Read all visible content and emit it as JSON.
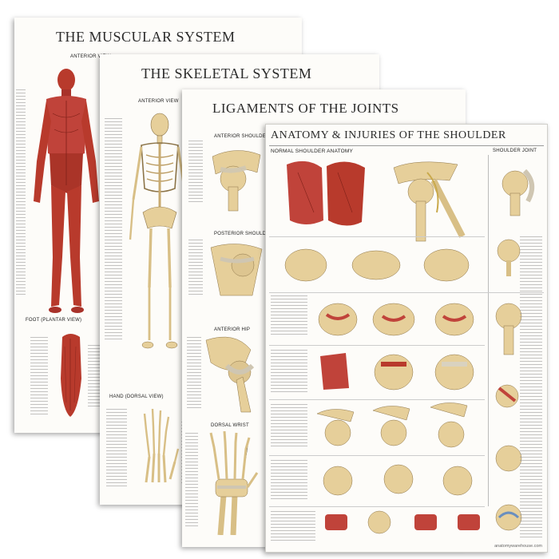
{
  "posters": {
    "muscular": {
      "title": "THE MUSCULAR SYSTEM",
      "labels": {
        "view": "ANTERIOR VIEW",
        "foot": "FOOT (PLANTAR VIEW)"
      }
    },
    "skeletal": {
      "title": "THE SKELETAL SYSTEM",
      "labels": {
        "view": "ANTERIOR VIEW",
        "hand": "HAND (DORSAL VIEW)"
      }
    },
    "ligaments": {
      "title": "LIGAMENTS OF THE JOINTS",
      "labels": {
        "shoulder_a": "ANTERIOR SHOULDER",
        "shoulder_p": "POSTERIOR SHOULDER",
        "hip": "ANTERIOR HIP",
        "wrist": "DORSAL WRIST"
      }
    },
    "shoulder": {
      "title": "ANATOMY & INJURIES OF THE SHOULDER",
      "labels": {
        "normal": "NORMAL SHOULDER ANATOMY",
        "joint": "SHOULDER JOINT"
      },
      "footer": "anatomywarehouse.com"
    }
  },
  "colors": {
    "muscle": "#b83a2c",
    "bone": "#e6cf9a",
    "ligament": "#d9d2c0",
    "title": "#2b2b2b"
  }
}
